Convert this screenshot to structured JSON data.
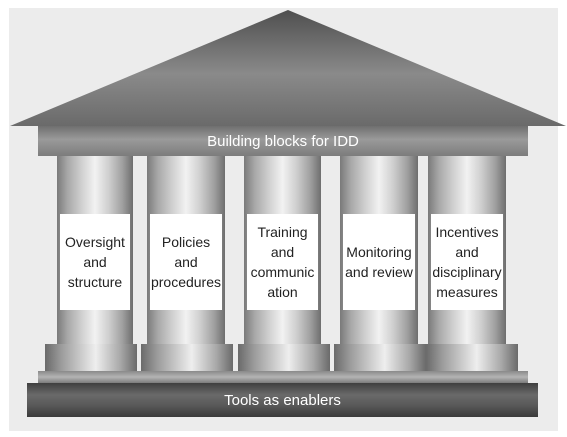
{
  "title": "Building blocks for IDD",
  "pillars": [
    {
      "lines": [
        "Oversight",
        "and",
        "structure"
      ]
    },
    {
      "lines": [
        "Policies",
        "and",
        "procedures"
      ]
    },
    {
      "lines": [
        "Training",
        "and",
        "communic",
        "ation"
      ]
    },
    {
      "lines": [
        "Monitoring",
        "and review"
      ]
    },
    {
      "lines": [
        "Incentives",
        "and",
        "disciplinary",
        "measures"
      ]
    }
  ],
  "foundation": "Tools as enablers",
  "colors": {
    "roof": "#6b6b6b",
    "background": "#ececec",
    "footer": "#4a4a4a"
  }
}
